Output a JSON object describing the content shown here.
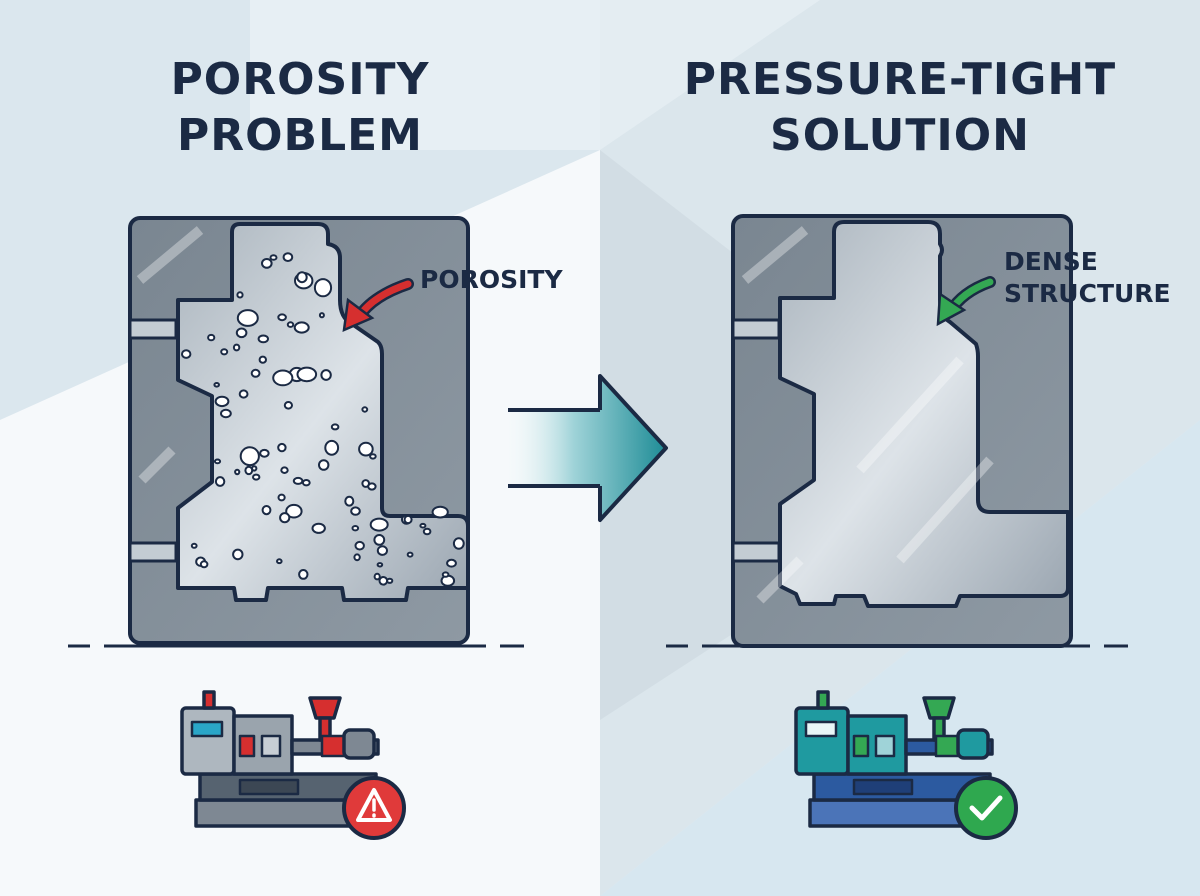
{
  "panels": {
    "left": {
      "title_line1": "POROSITY",
      "title_line2": "PROBLEM",
      "callout": "POROSITY",
      "callout_color": "#d62f2f",
      "status_icon": "warning-triangle-icon",
      "status_color": "#e03a3a"
    },
    "right": {
      "title_line1": "PRESSURE-TIGHT",
      "title_line2": "SOLUTION",
      "callout_line1": "DENSE",
      "callout_line2": "STRUCTURE",
      "callout_color": "#34a853",
      "status_icon": "checkmark-icon",
      "status_color": "#2fa84f"
    }
  },
  "colors": {
    "outline": "#1b2a44",
    "mold_gray": "#7c8894",
    "casting_light": "#c9d1d8",
    "arrow_teal": "#1e8c96",
    "machine_teal": "#1f9aa0",
    "machine_blue": "#2c5aa0"
  },
  "transition_arrow_icon": "right-arrow-icon",
  "machine_icon": "injection-molding-machine-icon"
}
